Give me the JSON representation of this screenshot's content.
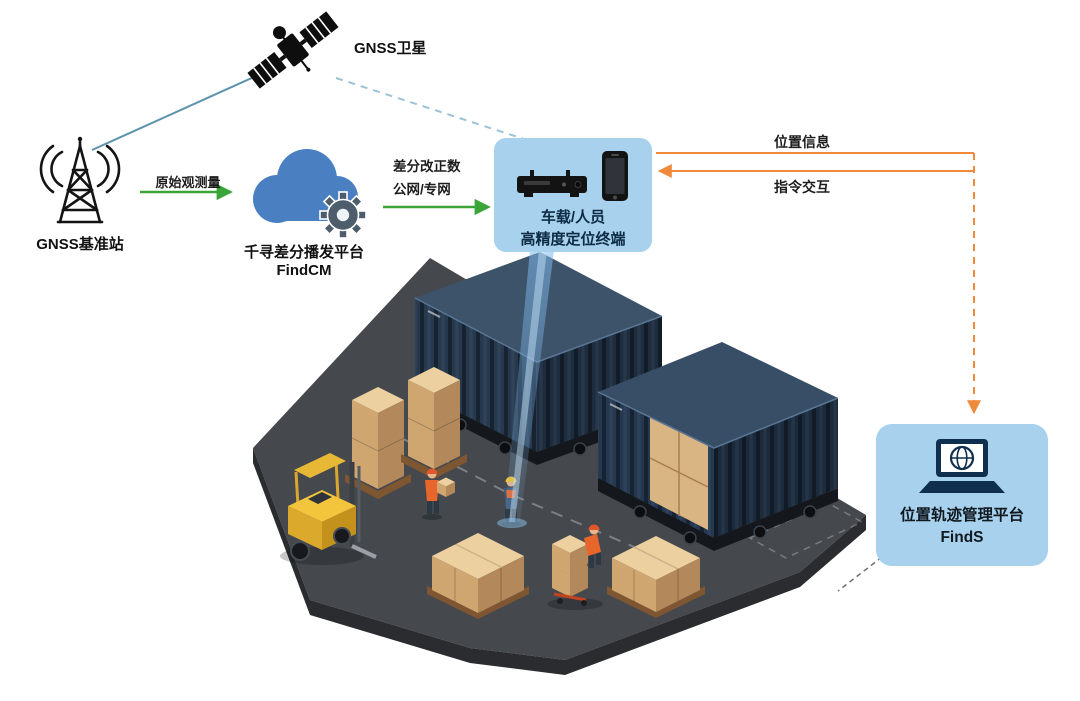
{
  "nodes": {
    "satellite": {
      "label": "GNSS卫星"
    },
    "base_station": {
      "label": "GNSS基准站"
    },
    "cloud_platform": {
      "line1": "千寻差分播发平台",
      "line2": "FindCM"
    },
    "terminal": {
      "line1": "车载/人员",
      "line2": "高精度定位终端"
    },
    "management_platform": {
      "line1": "位置轨迹管理平台",
      "line2": "FindS"
    }
  },
  "edges": {
    "raw_observation_label": "原始观测量",
    "diff_correction_line1": "差分改正数",
    "diff_correction_line2": "公网/专网",
    "position_info_label": "位置信息",
    "command_interaction_label": "指令交互"
  },
  "icons": {
    "gnss-satellite-icon": "satellite",
    "gnss-base-station-icon": "radio-tower-with-signal-waves",
    "cloud-platform-icon": "cloud-with-gear",
    "vehicle-terminal-icon": "receiver-box",
    "smartphone-icon": "smartphone",
    "laptop-globe-icon": "laptop-with-globe"
  },
  "colors": {
    "arrow_green": "#3aa439",
    "arrow_orange": "#ef8a3c",
    "link_teal": "#5e93ad",
    "link_dashed_blue": "#9cc2d6",
    "bubble_blue": "#a7d1ec",
    "cloud_blue": "#4a80c2",
    "gear_gray": "#4d5d6c",
    "beam_blue": "#80baee",
    "container_navy": "#26394e",
    "platform_gray": "#45484d",
    "crate_tan": "#ecd0a0",
    "forklift_yellow": "#f2c53d"
  }
}
